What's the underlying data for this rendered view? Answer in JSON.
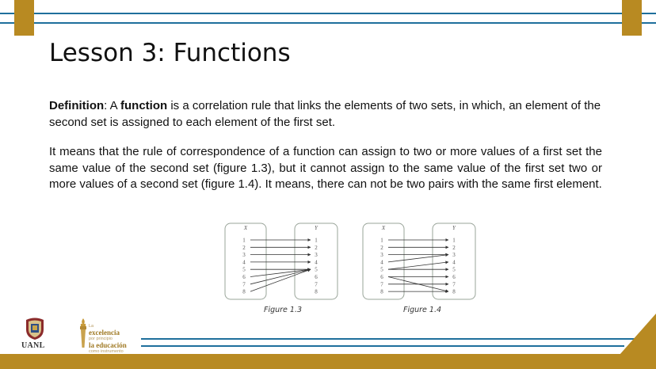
{
  "slide": {
    "title": "Lesson 3: Functions",
    "definition": {
      "label": "Definition",
      "colon_text": ": A ",
      "term": "function",
      "text": " is a correlation rule that links the elements of two sets, in which, an element of the second set is assigned to each element of the first set."
    },
    "explanation": "It means that the rule of correspondence of a function can assign to two or more values of a first set the same value of the second set (figure 1.3), but it cannot assign to the same value of the first set two or more values of a second set (figure 1.4). It means, there can not be two pairs with the same first element.",
    "figures": [
      {
        "caption": "Figure 1.3",
        "domain_label": "X",
        "codomain_label": "Y",
        "x_values": [
          "1",
          "2",
          "3",
          "4",
          "5",
          "6",
          "7",
          "8"
        ],
        "y_values": [
          "1",
          "2",
          "3",
          "4",
          "5",
          "6",
          "7",
          "8"
        ],
        "mappings": [
          [
            1,
            1
          ],
          [
            2,
            2
          ],
          [
            3,
            3
          ],
          [
            4,
            4
          ],
          [
            5,
            5
          ],
          [
            6,
            5
          ],
          [
            7,
            5
          ],
          [
            8,
            5
          ]
        ]
      },
      {
        "caption": "Figure 1.4",
        "domain_label": "X",
        "codomain_label": "Y",
        "x_values": [
          "1",
          "2",
          "3",
          "4",
          "5",
          "6",
          "7",
          "8"
        ],
        "y_values": [
          "1",
          "2",
          "3",
          "4",
          "5",
          "6",
          "7",
          "8"
        ],
        "mappings": [
          [
            1,
            1
          ],
          [
            2,
            2
          ],
          [
            3,
            3
          ],
          [
            4,
            3
          ],
          [
            5,
            4
          ],
          [
            5,
            5
          ],
          [
            6,
            6
          ],
          [
            6,
            8
          ],
          [
            7,
            7
          ],
          [
            8,
            8
          ]
        ]
      }
    ]
  },
  "footer": {
    "university": "UANL",
    "motto": {
      "line1": "La",
      "line2": "excelencia",
      "line3": "por principio",
      "line4": "la educación",
      "line5": "como instrumento"
    }
  },
  "colors": {
    "gold": "#b88a22",
    "blue_line": "#1f6f9c"
  }
}
